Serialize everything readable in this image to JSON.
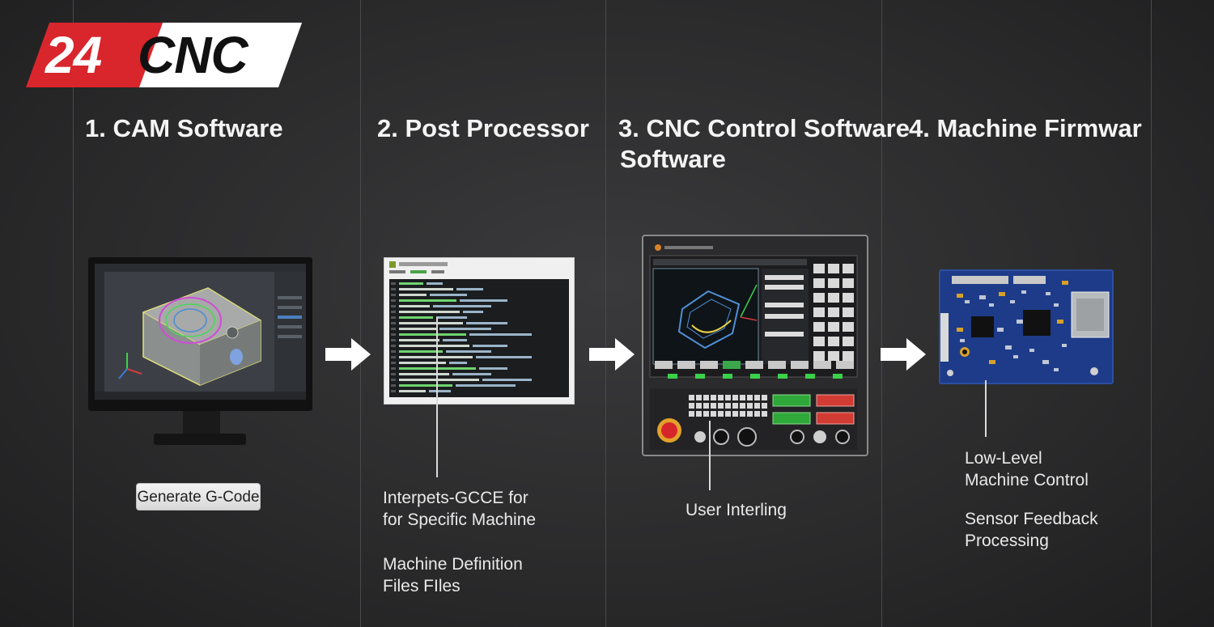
{
  "logo": {
    "number": "24",
    "text": "CNC"
  },
  "steps": [
    {
      "title": "1. CAM Software",
      "subtitle": "",
      "icon": "monitor-icon",
      "button_label": "Generate G-Code",
      "captions": []
    },
    {
      "title": "2. Post Processor",
      "subtitle": "",
      "icon": "code-window-icon",
      "captions": [
        [
          "Interpets-GCCE for",
          "for Specific Machine"
        ],
        [
          "Machine Definition",
          "Files FIles"
        ]
      ]
    },
    {
      "title": "3. CNC Control Software",
      "subtitle": "Software",
      "icon": "cnc-control-panel-icon",
      "captions": [
        [
          "User Interling"
        ]
      ]
    },
    {
      "title": "4. Machine Firmwar",
      "subtitle": "",
      "icon": "circuit-board-icon",
      "captions": [
        [
          "Low-Level",
          "Machine Control"
        ],
        [
          "Sensor Feedback",
          "Processing"
        ]
      ]
    }
  ],
  "colors": {
    "background": "#2e2e2f",
    "logo_red": "#d8262c",
    "logo_white": "#ffffff",
    "arrow": "#ffffff",
    "pcb_blue": "#1d3b88",
    "panel_green": "#2fa83a",
    "panel_red": "#d23b33"
  }
}
